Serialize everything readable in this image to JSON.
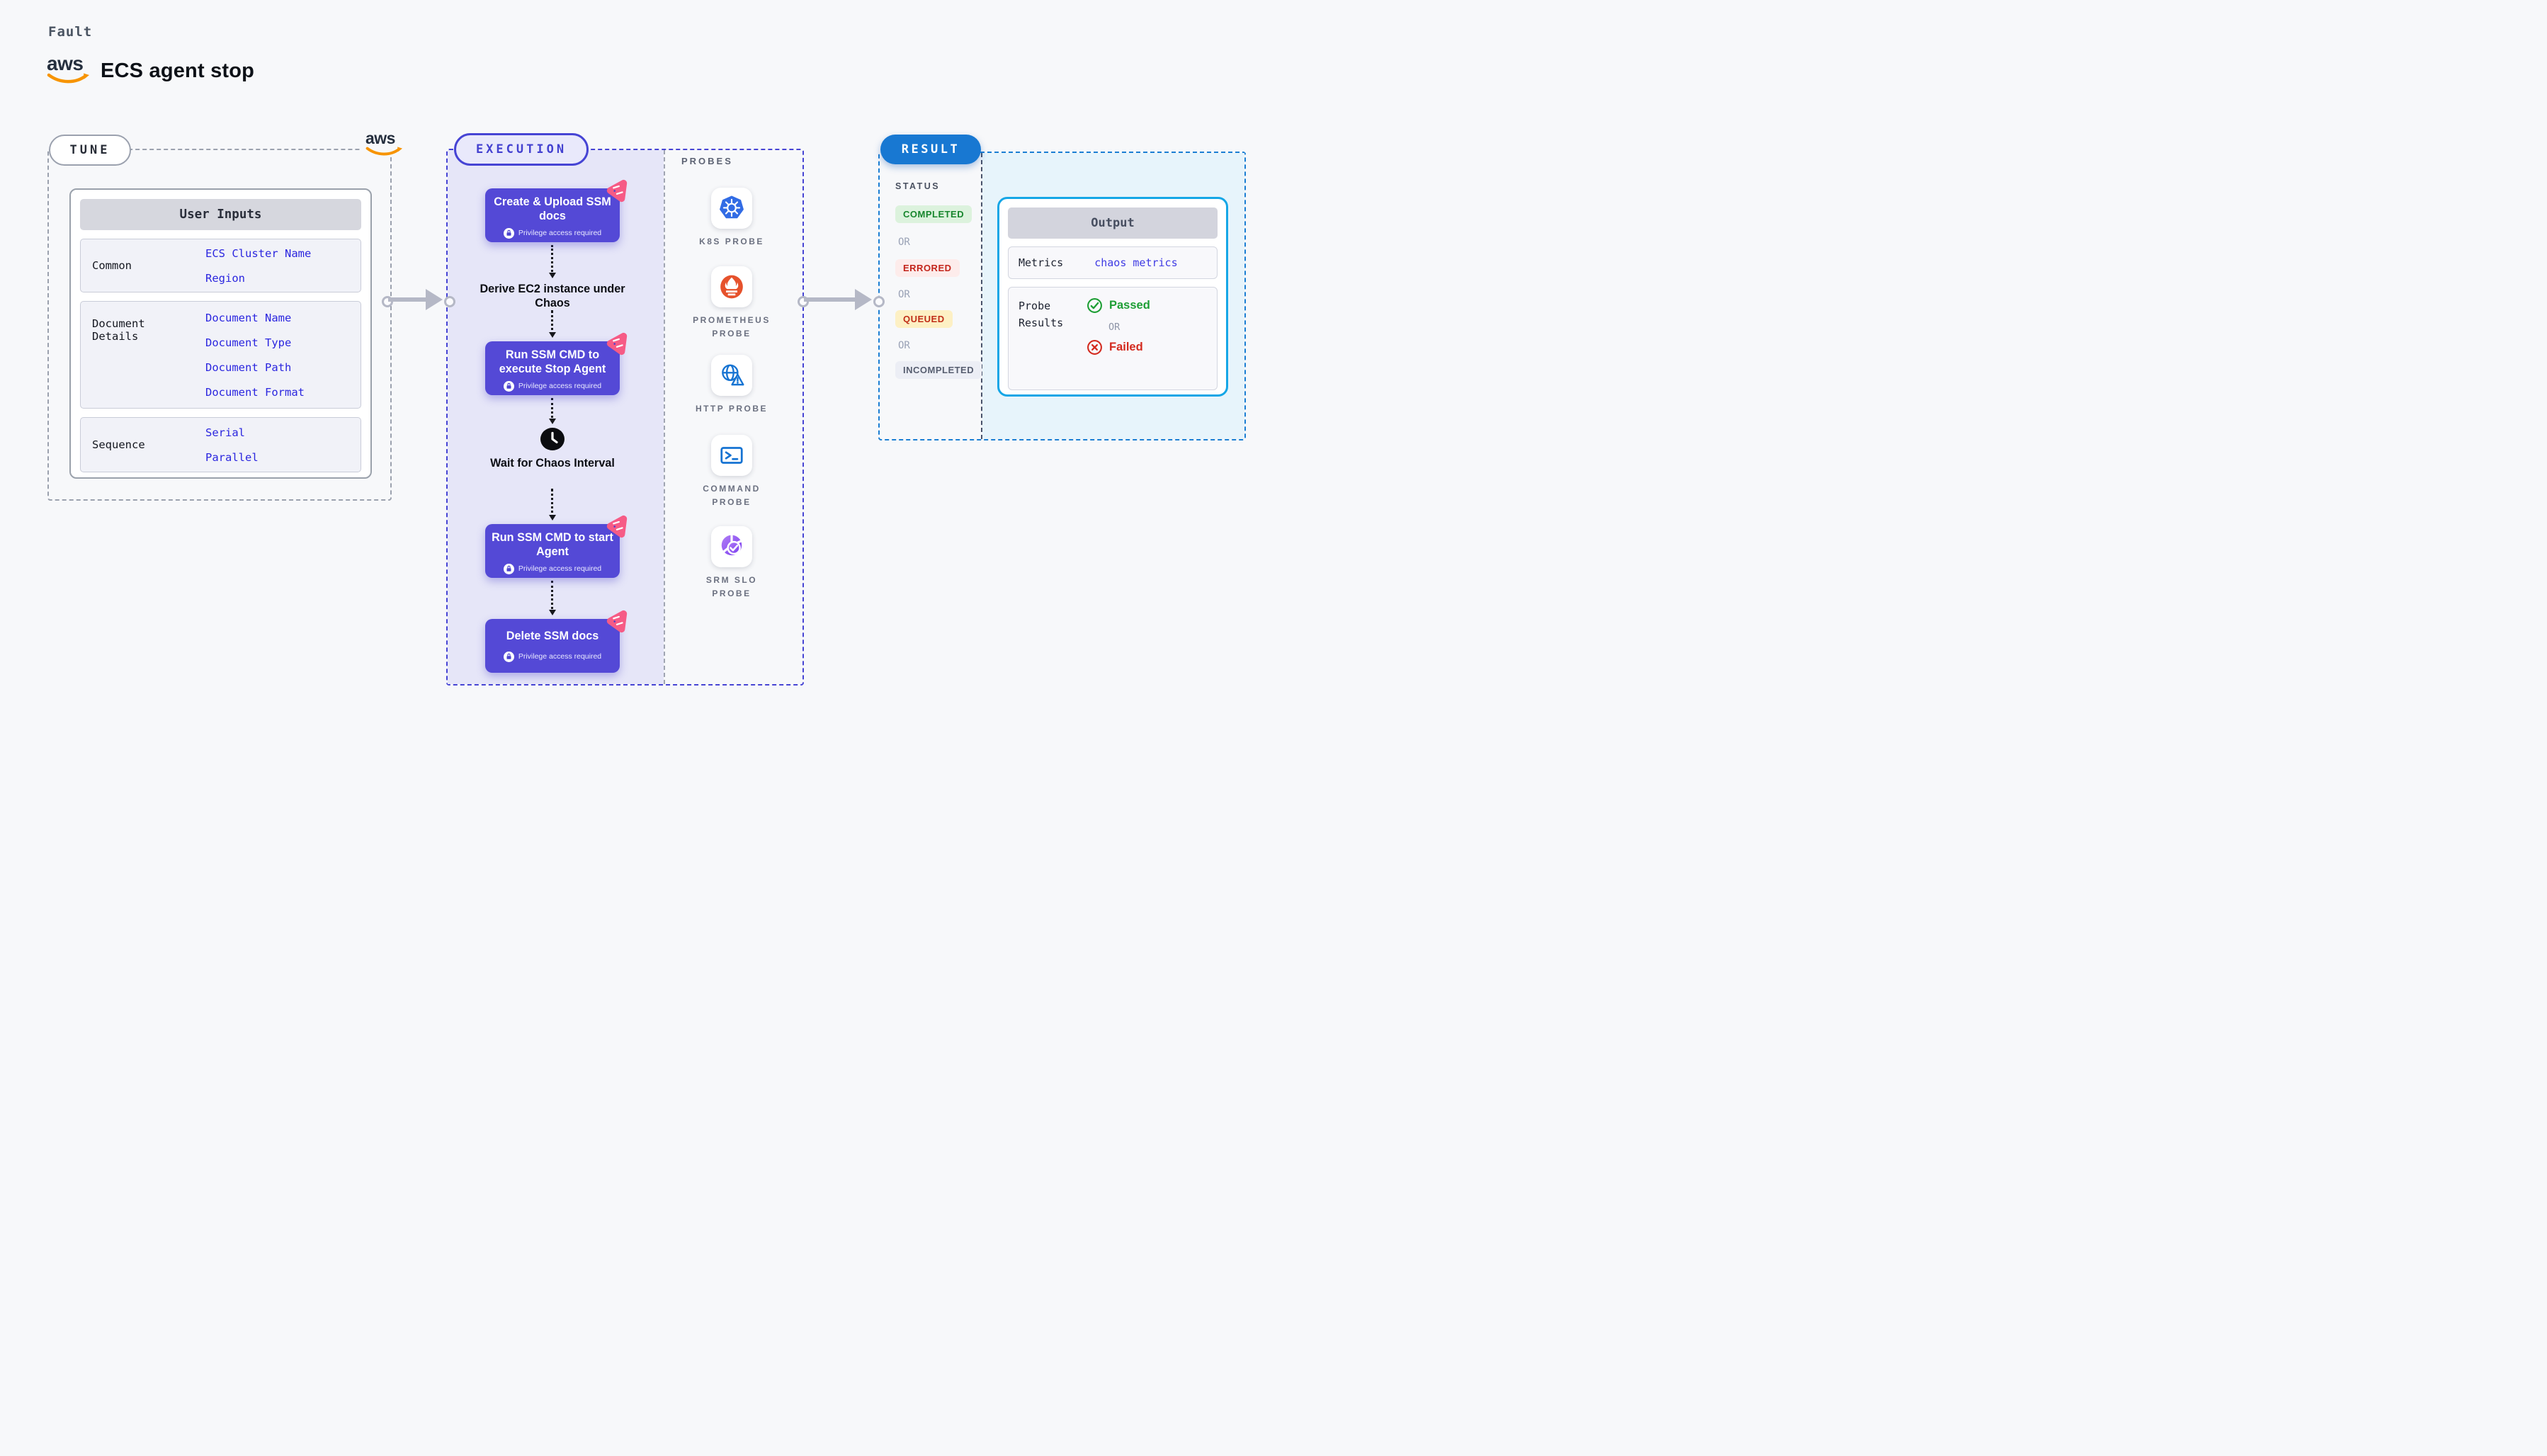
{
  "header": {
    "kicker": "Fault",
    "title": "ECS agent stop",
    "aws_wordmark": "aws"
  },
  "tune": {
    "label": "TUNE",
    "table": {
      "header": "User Inputs",
      "rows": [
        {
          "label": "Common",
          "links": [
            "ECS Cluster Name",
            "Region"
          ]
        },
        {
          "label": "Document Details",
          "links": [
            "Document Name",
            "Document Type",
            "Document Path",
            "Document Format"
          ]
        },
        {
          "label": "Sequence",
          "links": [
            "Serial",
            "Parallel"
          ]
        }
      ]
    }
  },
  "execution": {
    "label": "EXECUTION",
    "steps": [
      {
        "type": "card",
        "title": "Create & Upload SSM docs",
        "badge": "Privilege access required"
      },
      {
        "type": "text",
        "title": "Derive EC2 instance under Chaos"
      },
      {
        "type": "card",
        "title": "Run SSM CMD to execute Stop Agent",
        "badge": "Privilege access required"
      },
      {
        "type": "wait",
        "title": "Wait for Chaos Interval",
        "icon": "clock-icon"
      },
      {
        "type": "card",
        "title": "Run SSM CMD to start Agent",
        "badge": "Privilege access required"
      },
      {
        "type": "card",
        "title": "Delete SSM docs",
        "badge": "Privilege access required"
      }
    ]
  },
  "probes": {
    "label": "PROBES",
    "items": [
      {
        "name": "K8S PROBE",
        "icon": "kubernetes-icon"
      },
      {
        "name": "PROMETHEUS PROBE",
        "icon": "prometheus-icon"
      },
      {
        "name": "HTTP PROBE",
        "icon": "globe-warning-icon"
      },
      {
        "name": "COMMAND PROBE",
        "icon": "terminal-icon"
      },
      {
        "name": "SRM SLO PROBE",
        "icon": "slo-donut-check-icon"
      }
    ]
  },
  "result": {
    "label": "RESULT",
    "status": {
      "heading": "STATUS",
      "or": "OR",
      "badges": [
        {
          "text": "COMPLETED",
          "type": "completed"
        },
        {
          "text": "ERRORED",
          "type": "errored"
        },
        {
          "text": "QUEUED",
          "type": "queued"
        },
        {
          "text": "INCOMPLETED",
          "type": "incompleted"
        }
      ]
    },
    "output": {
      "header": "Output",
      "metrics_label": "Metrics",
      "metrics_value": "chaos metrics",
      "probe_results_label": "Probe Results",
      "passed": "Passed",
      "or": "OR",
      "failed": "Failed"
    }
  },
  "colors": {
    "page_bg": "#f7f8fa",
    "execution_accent": "#4644d4",
    "execution_fill": "#e6e6f8",
    "step_card": "#5449d6",
    "chaos_pink": "#f65b86",
    "result_blue": "#1878d2",
    "output_border": "#15a6e6",
    "result_fill": "#e7f4fb",
    "link_blue": "#2b26df",
    "completed_green": "#17862d",
    "errored_red": "#c3251b",
    "queued_yellow_bg": "#fdf0c4",
    "passed_green": "#1d9e34",
    "failed_red": "#d32a1e",
    "kubernetes_blue": "#326ce5",
    "prometheus_orange": "#e6522c",
    "aws_orange": "#f79400",
    "aws_navy": "#252f3e"
  }
}
